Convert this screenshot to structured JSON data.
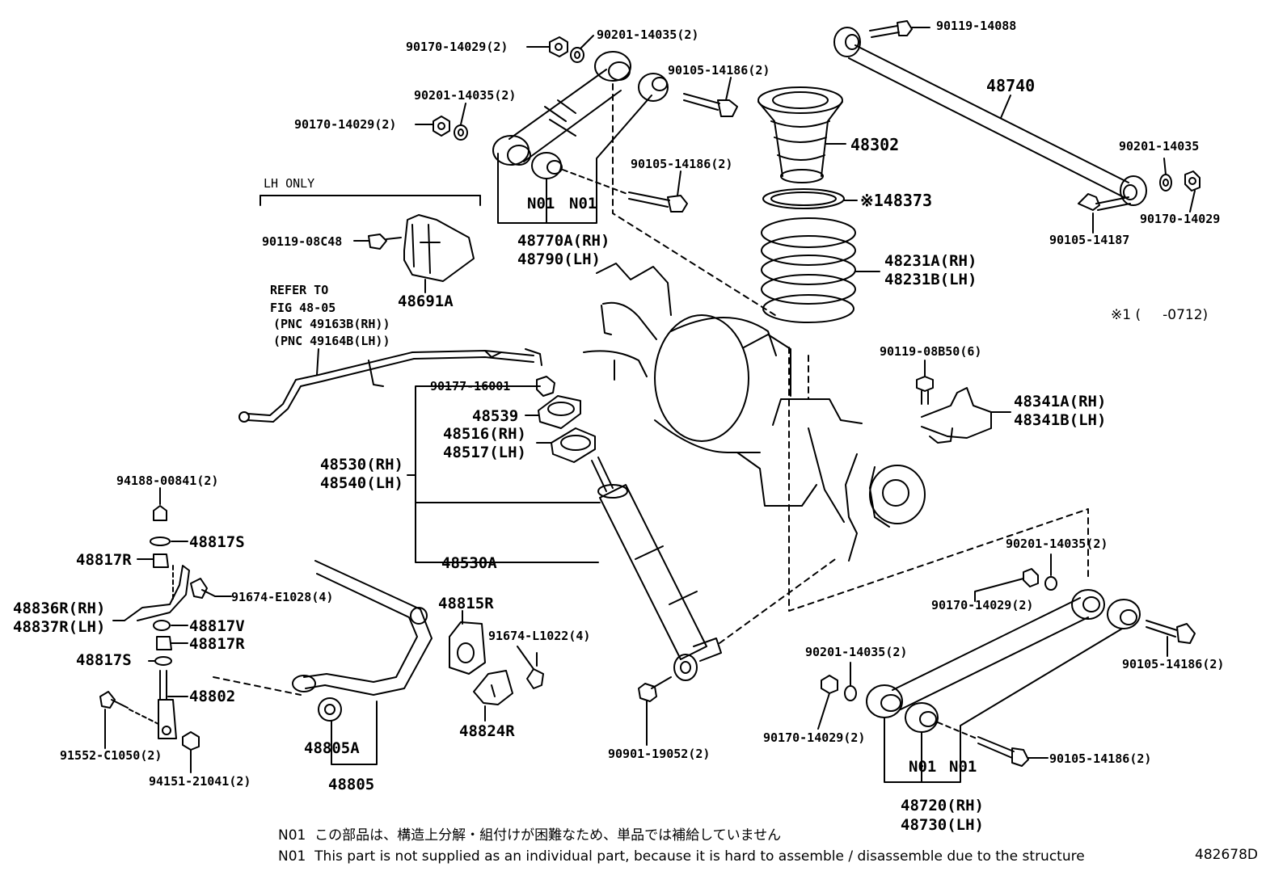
{
  "labels": {
    "p_90170_14029_2_a": "90170-14029(2)",
    "p_90201_14035_2_a": "90201-14035(2)",
    "p_90201_14035_2_b": "90201-14035(2)",
    "p_90170_14029_2_b": "90170-14029(2)",
    "p_90105_14186_2_a": "90105-14186(2)",
    "p_90105_14186_2_b": "90105-14186(2)",
    "p_90119_14088": "90119-14088",
    "p_48740": "48740",
    "p_48302": "48302",
    "p_148373": "※148373",
    "p_90201_14035": "90201-14035",
    "p_90170_14029": "90170-14029",
    "p_90105_14187": "90105-14187",
    "p_n01_upper_1": "N01",
    "p_n01_upper_2": "N01",
    "p_48770a": "48770A(RH)",
    "p_48790": "48790(LH)",
    "lh_only": "LH ONLY",
    "p_90119_08c48": "90119-08C48",
    "p_48691a": "48691A",
    "p_48231a": "48231A(RH)",
    "p_48231b": "48231B(LH)",
    "note_x1": "※1 (     -0712)",
    "refer_1": "REFER TO",
    "refer_2": "FIG 48-05",
    "refer_3": "(PNC 49163B(RH))",
    "refer_4": "(PNC 49164B(LH))",
    "p_90119_08b50": "90119-08B50(6)",
    "p_48341a": "48341A(RH)",
    "p_48341b": "48341B(LH)",
    "p_90177_16001": "90177-16001",
    "p_48539": "48539",
    "p_48516": "48516(RH)",
    "p_48517": "48517(LH)",
    "p_48530": "48530(RH)",
    "p_48540": "48540(LH)",
    "p_48530a": "48530A",
    "p_94188_00841": "94188-00841(2)",
    "p_48817s_a": "48817S",
    "p_48817r_a": "48817R",
    "p_91674_e1028": "91674-E1028(4)",
    "p_48836r": "48836R(RH)",
    "p_48837r": "48837R(LH)",
    "p_48817v": "48817V",
    "p_48817r_b": "48817R",
    "p_48817s_b": "48817S",
    "p_48802": "48802",
    "p_91552_c1050": "91552-C1050(2)",
    "p_94151_21041": "94151-21041(2)",
    "p_48815r": "48815R",
    "p_91674_l1022": "91674-L1022(4)",
    "p_48824r": "48824R",
    "p_48805a": "48805A",
    "p_48805": "48805",
    "p_90901_19052": "90901-19052(2)",
    "p_90201_14035_2_c": "90201-14035(2)",
    "p_90170_14029_2_c": "90170-14029(2)",
    "p_90105_14186_2_c": "90105-14186(2)",
    "p_90201_14035_2_d": "90201-14035(2)",
    "p_90170_14029_2_d": "90170-14029(2)",
    "p_90105_14186_2_d": "90105-14186(2)",
    "p_n01_lower_1": "N01",
    "p_n01_lower_2": "N01",
    "p_48720": "48720(RH)",
    "p_48730": "48730(LH)",
    "footnote_jp": "N01  この部品は、構造上分解・組付けが困難なため、単品では補給していません",
    "footnote_en": "N01  This part is not supplied as an individual part, because it is hard to assemble / disassemble due to the structure",
    "figure_code": "482678D"
  }
}
